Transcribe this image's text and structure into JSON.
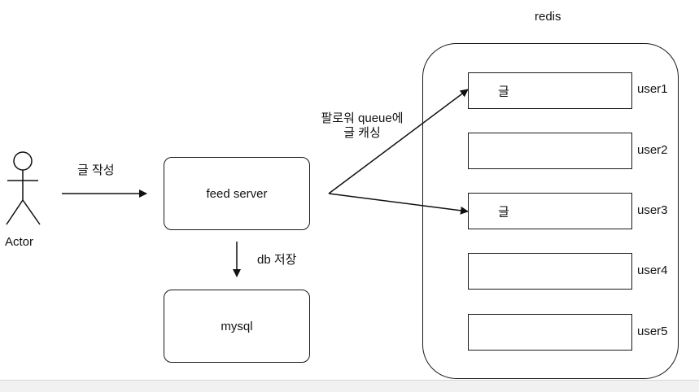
{
  "actor": {
    "label": "Actor"
  },
  "edges": {
    "write_post": "글 작성",
    "db_save": "db 저장",
    "fanout_line1": "팔로워 queue에",
    "fanout_line2": "글 캐싱"
  },
  "nodes": {
    "feed_server": "feed server",
    "mysql": "mysql"
  },
  "redis": {
    "title": "redis",
    "slots": [
      {
        "user": "user1",
        "content": "글"
      },
      {
        "user": "user2",
        "content": ""
      },
      {
        "user": "user3",
        "content": "글"
      },
      {
        "user": "user4",
        "content": ""
      },
      {
        "user": "user5",
        "content": ""
      }
    ]
  }
}
